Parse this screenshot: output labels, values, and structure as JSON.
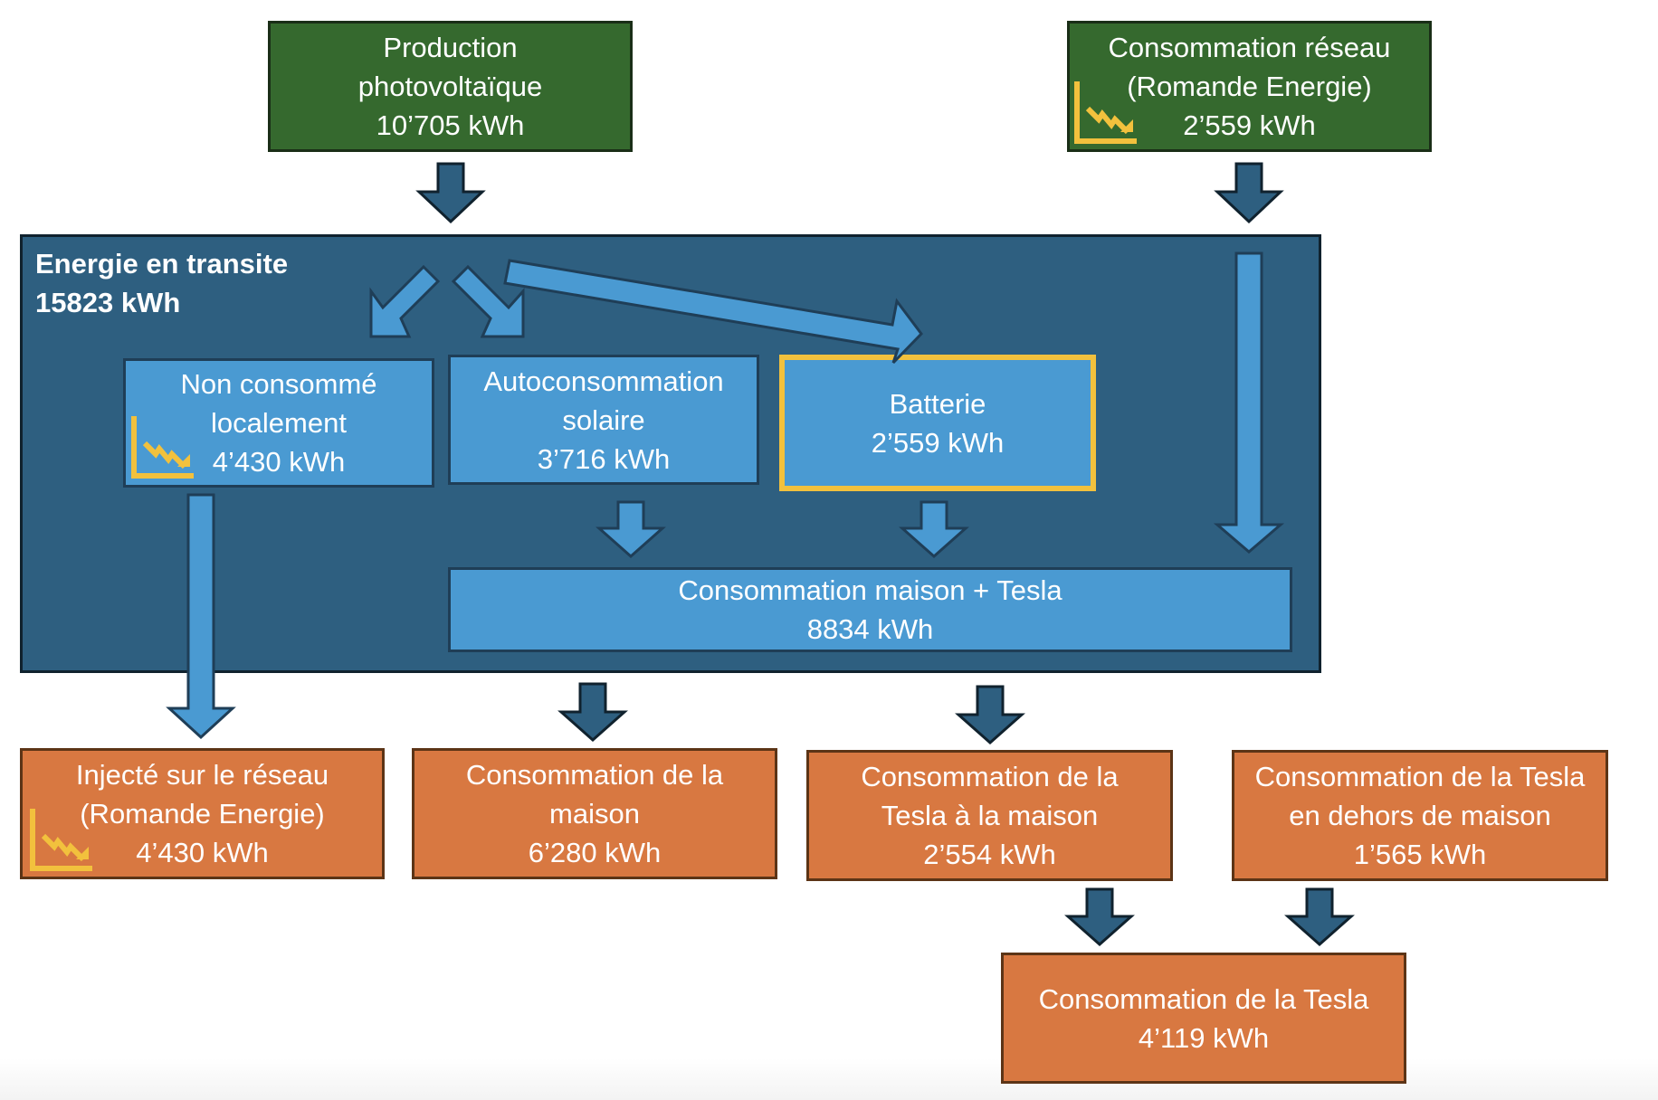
{
  "diagram": {
    "sources": {
      "production": {
        "line1": "Production",
        "line2": "photovoltaïque",
        "value": "10’705 kWh"
      },
      "grid": {
        "line1": "Consommation réseau",
        "line2": "(Romande Energie)",
        "value": "2’559 kWh"
      }
    },
    "transit": {
      "title": "Energie en transite",
      "value": "15823 kWh",
      "non_consumed": {
        "line1": "Non consommé",
        "line2": "localement",
        "value": "4’430 kWh"
      },
      "self_consumption": {
        "line1": "Autoconsommation",
        "line2": "solaire",
        "value": "3’716 kWh"
      },
      "battery": {
        "line1": "Batterie",
        "value": "2’559 kWh"
      },
      "house_tesla": {
        "line1": "Consommation maison + Tesla",
        "value": "8834 kWh"
      }
    },
    "outputs": {
      "injected": {
        "line1": "Injecté sur le réseau",
        "line2": "(Romande Energie)",
        "value": "4’430 kWh"
      },
      "house": {
        "line1": "Consommation de la",
        "line2": "maison",
        "value": "6’280 kWh"
      },
      "tesla_home": {
        "line1": "Consommation de la",
        "line2": "Tesla à la maison",
        "value": "2’554 kWh"
      },
      "tesla_away": {
        "line1": "Consommation de la Tesla",
        "line2": "en dehors de maison",
        "value": "1’565 kWh"
      },
      "tesla_total": {
        "line1": "Consommation de la Tesla",
        "value": "4’119 kWh"
      }
    },
    "icons": {
      "trend_down": "trending-down-chart-icon"
    },
    "colors": {
      "source_green": "#35692e",
      "transit_dark_blue": "#2e5f80",
      "node_light_blue": "#4a9ad2",
      "output_orange": "#d87841",
      "highlight_yellow": "#f2c13d"
    }
  }
}
